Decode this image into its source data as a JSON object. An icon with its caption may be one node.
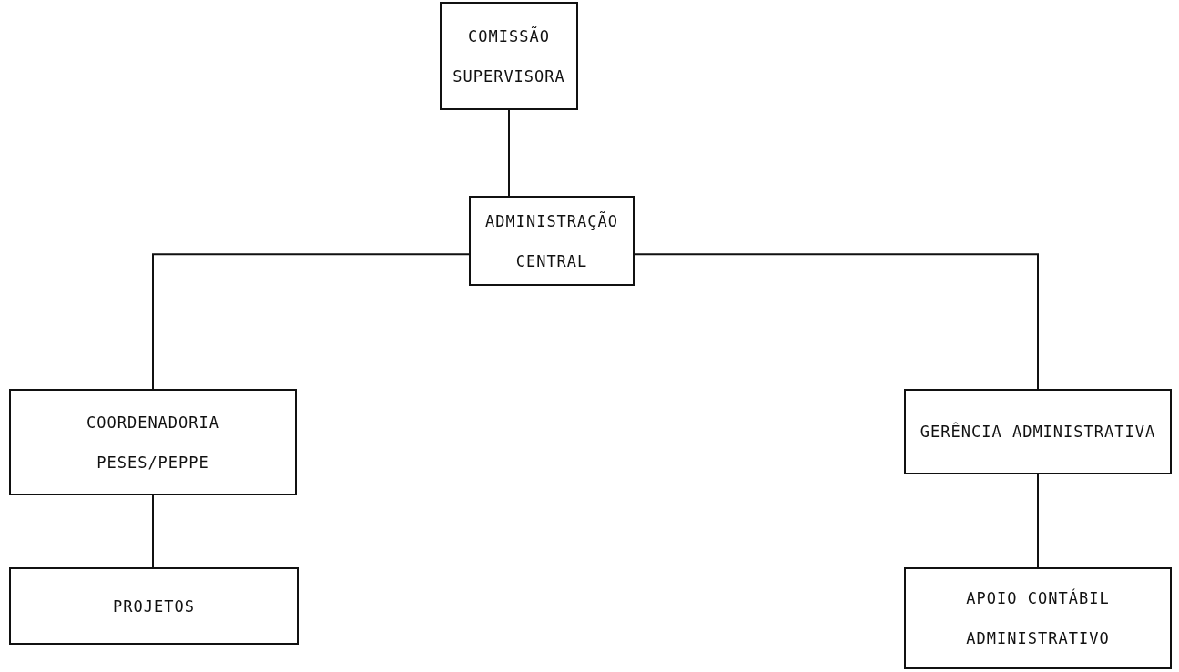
{
  "diagram": {
    "nodes": [
      {
        "text": [
          "COMISSÃO SUPERVISORA"
        ]
      },
      {
        "text": [
          "ADMINISTRAÇÃO CENTRAL"
        ]
      },
      {
        "text": [
          "COORDENADORIA PESES/PEPPE"
        ]
      },
      {
        "text": [
          "PROJETOS"
        ]
      },
      {
        "text": [
          "GERÊNCIA ADMINISTRATIVA"
        ]
      },
      {
        "text": [
          "APOIO CONTÁBIL ADMINISTRATIVO"
        ]
      }
    ],
    "edges": [
      {
        "from": 0,
        "to": 1,
        "arrow": "none"
      },
      {
        "from": 1,
        "to": 2,
        "arrow": "none"
      },
      {
        "from": 1,
        "to": 4,
        "arrow": "none"
      },
      {
        "from": 2,
        "to": 3,
        "arrow": "none"
      },
      {
        "from": 4,
        "to": 5,
        "arrow": "none"
      }
    ]
  }
}
